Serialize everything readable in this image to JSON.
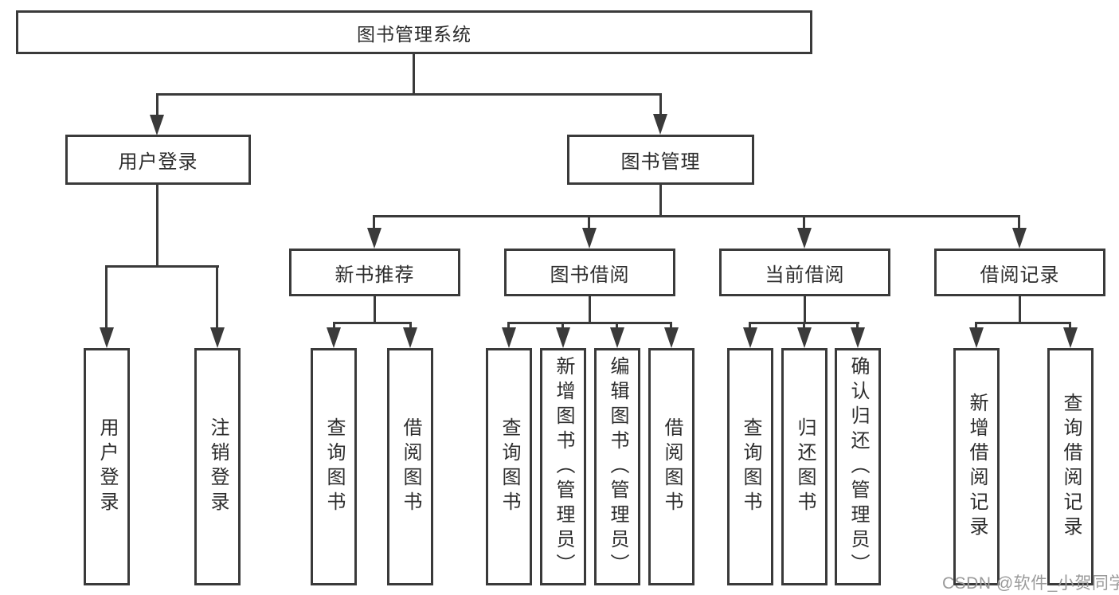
{
  "tree": {
    "root": {
      "label": "图书管理系统",
      "children": [
        {
          "label": "用户登录",
          "children": [
            {
              "label": "用户登录"
            },
            {
              "label": "注销登录"
            }
          ]
        },
        {
          "label": "图书管理",
          "children": [
            {
              "label": "新书推荐",
              "children": [
                {
                  "label": "查询图书"
                },
                {
                  "label": "借阅图书"
                }
              ]
            },
            {
              "label": "图书借阅",
              "children": [
                {
                  "label": "查询图书"
                },
                {
                  "label": "新增图书（管理员）"
                },
                {
                  "label": "编辑图书（管理员）"
                },
                {
                  "label": "借阅图书"
                }
              ]
            },
            {
              "label": "当前借阅",
              "children": [
                {
                  "label": "查询图书"
                },
                {
                  "label": "归还图书"
                },
                {
                  "label": "确认归还（管理员）"
                }
              ]
            },
            {
              "label": "借阅记录",
              "children": [
                {
                  "label": "新增借阅记录"
                },
                {
                  "label": "查询借阅记录"
                }
              ]
            }
          ]
        }
      ]
    }
  },
  "watermark": {
    "text": "CSDN @软件_小贺同学"
  },
  "colors": {
    "line": "#3a3a3a",
    "text": "#2d2d2d",
    "background": "#ffffff",
    "watermark": "#9a9a9a"
  }
}
